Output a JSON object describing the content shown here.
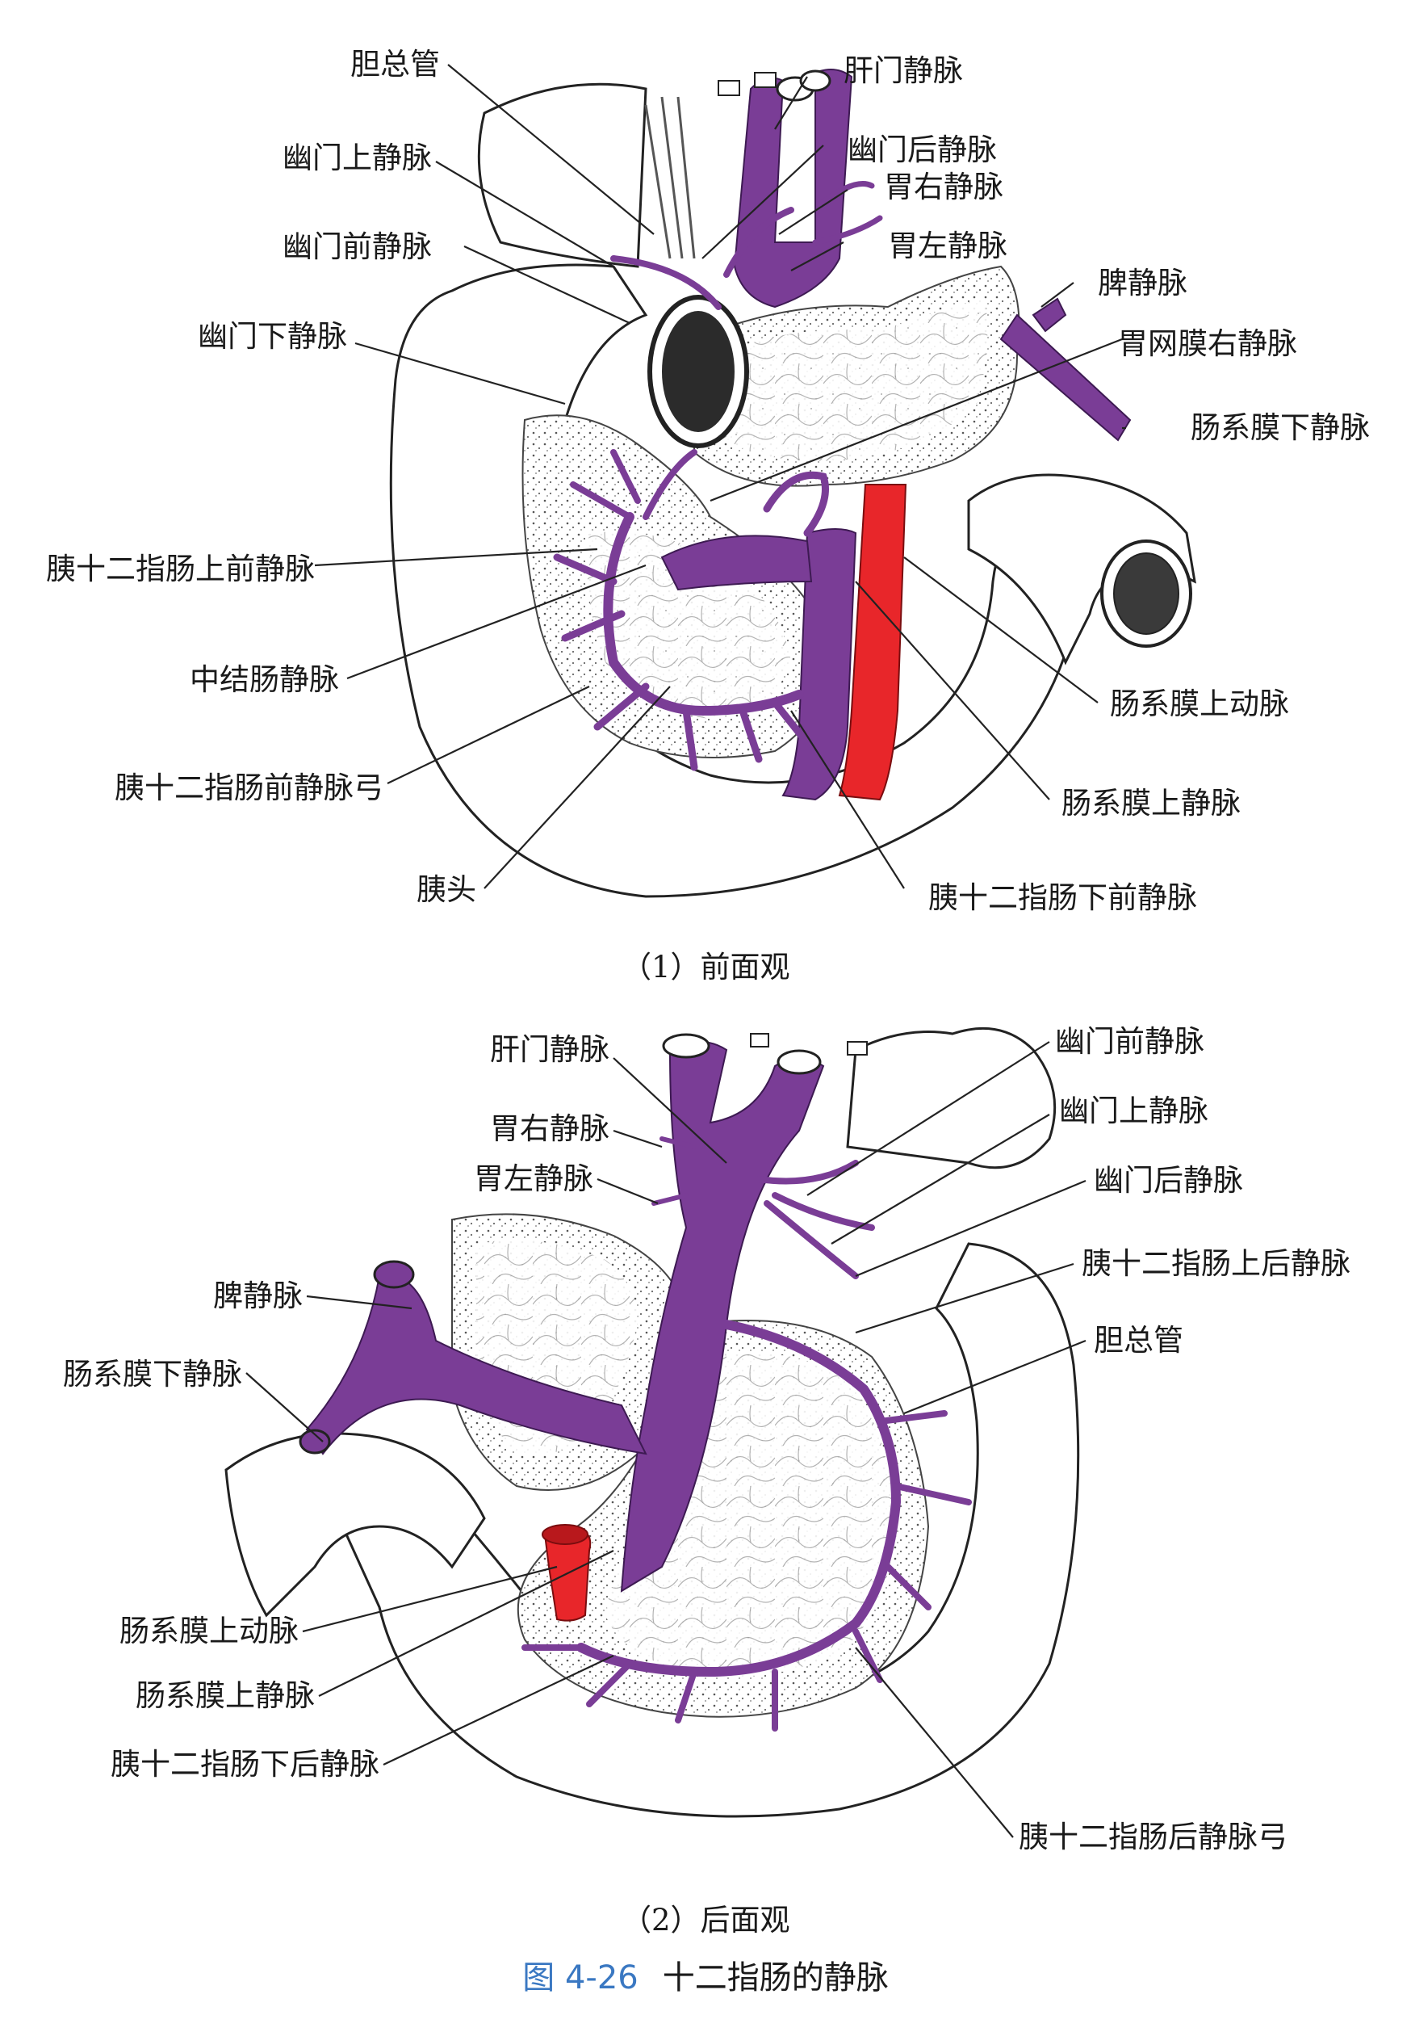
{
  "figure": {
    "number": "图 4-26",
    "title": "十二指肠的静脉",
    "colors": {
      "vein": "#7a3d96",
      "artery": "#e8262a",
      "caption_number": "#3a78c2"
    }
  },
  "panel1": {
    "caption": "（1）前面观",
    "labels": {
      "common_bile_duct": "胆总管",
      "hepatic_portal_vein": "肝门静脉",
      "post_pyloric_vein": "幽门后静脉",
      "supra_pyloric_vein": "幽门上静脉",
      "right_gastric_vein": "胃右静脉",
      "pre_pyloric_vein": "幽门前静脉",
      "left_gastric_vein": "胃左静脉",
      "splenic_vein": "脾静脉",
      "infra_pyloric_vein": "幽门下静脉",
      "right_gastroepiploic_vein": "胃网膜右静脉",
      "inferior_mesenteric_vein": "肠系膜下静脉",
      "ant_sup_pd_vein": "胰十二指肠上前静脉",
      "middle_colic_vein": "中结肠静脉",
      "superior_mesenteric_artery": "肠系膜上动脉",
      "ant_pd_venous_arch": "胰十二指肠前静脉弓",
      "superior_mesenteric_vein": "肠系膜上静脉",
      "pancreatic_head": "胰头",
      "ant_inf_pd_vein": "胰十二指肠下前静脉"
    }
  },
  "panel2": {
    "caption": "（2）后面观",
    "labels": {
      "hepatic_portal_vein": "肝门静脉",
      "pre_pyloric_vein": "幽门前静脉",
      "right_gastric_vein": "胃右静脉",
      "supra_pyloric_vein": "幽门上静脉",
      "left_gastric_vein": "胃左静脉",
      "post_pyloric_vein": "幽门后静脉",
      "splenic_vein": "脾静脉",
      "post_sup_pd_vein": "胰十二指肠上后静脉",
      "inferior_mesenteric_vein": "肠系膜下静脉",
      "common_bile_duct": "胆总管",
      "superior_mesenteric_artery": "肠系膜上动脉",
      "superior_mesenteric_vein": "肠系膜上静脉",
      "post_inf_pd_vein": "胰十二指肠下后静脉",
      "post_pd_venous_arch": "胰十二指肠后静脉弓"
    }
  }
}
